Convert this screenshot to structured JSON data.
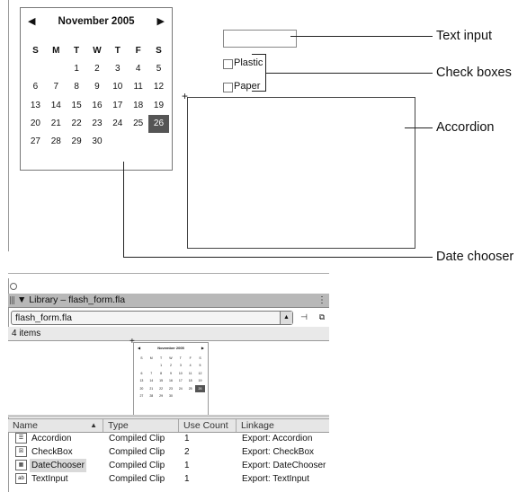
{
  "date_chooser": {
    "prev_arrow": "◀",
    "next_arrow": "▶",
    "month": "November 2005",
    "days_of_week": [
      "S",
      "M",
      "T",
      "W",
      "T",
      "F",
      "S"
    ],
    "weeks": [
      [
        "",
        "",
        "1",
        "2",
        "3",
        "4",
        "5"
      ],
      [
        "6",
        "7",
        "8",
        "9",
        "10",
        "11",
        "12"
      ],
      [
        "13",
        "14",
        "15",
        "16",
        "17",
        "18",
        "19"
      ],
      [
        "20",
        "21",
        "22",
        "23",
        "24",
        "25",
        "26"
      ],
      [
        "27",
        "28",
        "29",
        "30",
        "",
        "",
        ""
      ]
    ],
    "selected_day": "26"
  },
  "form": {
    "text_input_value": "",
    "checkboxes": [
      {
        "label": "Plastic",
        "checked": false
      },
      {
        "label": "Paper",
        "checked": false
      }
    ]
  },
  "callouts": {
    "text_input": "Text input",
    "check_boxes": "Check boxes",
    "accordion": "Accordion",
    "date_chooser": "Date chooser"
  },
  "library": {
    "title": "▼ Library – flash_form.fla",
    "document": "flash_form.fla",
    "item_count": "4 items",
    "columns": {
      "name": "Name",
      "type": "Type",
      "use_count": "Use Count",
      "linkage": "Linkage"
    },
    "items": [
      {
        "name": "Accordion",
        "type": "Compiled Clip",
        "use_count": "1",
        "linkage": "Export: Accordion",
        "icon": "accordion-component-icon"
      },
      {
        "name": "CheckBox",
        "type": "Compiled Clip",
        "use_count": "2",
        "linkage": "Export: CheckBox",
        "icon": "checkbox-component-icon"
      },
      {
        "name": "DateChooser",
        "type": "Compiled Clip",
        "use_count": "1",
        "linkage": "Export: DateChooser",
        "icon": "datechooser-component-icon"
      },
      {
        "name": "TextInput",
        "type": "Compiled Clip",
        "use_count": "1",
        "linkage": "Export: TextInput",
        "icon": "textinput-component-icon"
      }
    ],
    "selected_item": "DateChooser"
  },
  "colors": {
    "selected_day_bg": "#555555",
    "titlebar_bg": "#b8b8b8"
  }
}
